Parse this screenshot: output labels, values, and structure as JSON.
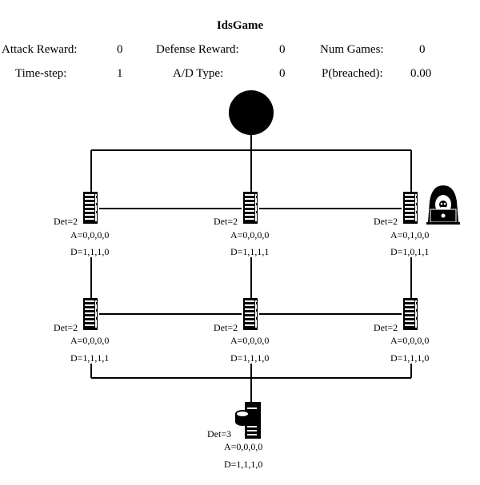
{
  "game": {
    "title": "IdsGame",
    "stats": [
      {
        "label": "Attack Reward:",
        "value": "0"
      },
      {
        "label": "Defense Reward:",
        "value": "0"
      },
      {
        "label": "Num Games:",
        "value": "0"
      },
      {
        "label": "Time-step:",
        "value": "1"
      },
      {
        "label": "A/D Type:",
        "value": "0"
      },
      {
        "label": "P(breached):",
        "value": "0.00"
      }
    ]
  },
  "nodes": [
    {
      "id": "start",
      "kind": "start-node"
    },
    {
      "id": "s1",
      "kind": "server",
      "det": "Det=2",
      "a": "A=0,0,0,0",
      "d": "D=1,1,1,0"
    },
    {
      "id": "s2",
      "kind": "server",
      "det": "Det=2",
      "a": "A=0,0,0,0",
      "d": "D=1,1,1,1"
    },
    {
      "id": "s3",
      "kind": "server",
      "det": "Det=2",
      "a": "A=0,1,0,0",
      "d": "D=1,0,1,1",
      "attacker_here": true
    },
    {
      "id": "s4",
      "kind": "server",
      "det": "Det=2",
      "a": "A=0,0,0,0",
      "d": "D=1,1,1,1"
    },
    {
      "id": "s5",
      "kind": "server",
      "det": "Det=2",
      "a": "A=0,0,0,0",
      "d": "D=1,1,1,0"
    },
    {
      "id": "s6",
      "kind": "server",
      "det": "Det=2",
      "a": "A=0,0,0,0",
      "d": "D=1,1,1,0"
    },
    {
      "id": "data",
      "kind": "data-server",
      "det": "Det=3",
      "a": "A=0,0,0,0",
      "d": "D=1,1,1,0"
    }
  ],
  "colors": {
    "line": "#000000",
    "background": "#ffffff"
  },
  "icons": {
    "server": "server-icon",
    "data": "database-server-icon",
    "attacker": "hacker-icon",
    "start": "start-node-circle"
  }
}
